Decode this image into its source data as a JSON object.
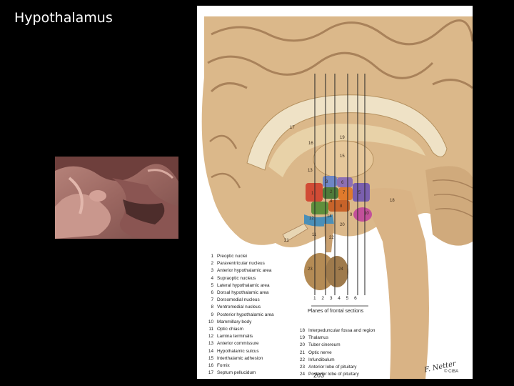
{
  "slide": {
    "title": "Hypothalamus"
  },
  "illustration": {
    "region_numbers": [
      "17",
      "18",
      "16",
      "15",
      "13",
      "6",
      "7",
      "5",
      "4",
      "2",
      "3",
      "1",
      "8",
      "12",
      "11",
      "9",
      "10",
      "14",
      "19",
      "20",
      "21",
      "22",
      "23",
      "24"
    ],
    "plane_numbers": "1 2 3 4 5 6",
    "planes_caption": "Planes of frontal sections",
    "page_number": "203",
    "signature": "F. Netter",
    "publisher": "© CIBA",
    "legend_left": [
      {
        "n": "1",
        "label": "Preoptic nuclei"
      },
      {
        "n": "2",
        "label": "Paraventricular nucleus"
      },
      {
        "n": "3",
        "label": "Anterior hypothalamic area"
      },
      {
        "n": "4",
        "label": "Supraoptic nucleus"
      },
      {
        "n": "5",
        "label": "Lateral hypothalamic area"
      },
      {
        "n": "6",
        "label": "Dorsal hypothalamic area"
      },
      {
        "n": "7",
        "label": "Dorsomedial nucleus"
      },
      {
        "n": "8",
        "label": "Ventromedial nucleus"
      },
      {
        "n": "9",
        "label": "Posterior hypothalamic area"
      },
      {
        "n": "10",
        "label": "Mammillary body"
      },
      {
        "n": "11",
        "label": "Optic chiasm"
      },
      {
        "n": "12",
        "label": "Lamina terminalis"
      },
      {
        "n": "13",
        "label": "Anterior commissure"
      },
      {
        "n": "14",
        "label": "Hypothalamic sulcus"
      },
      {
        "n": "15",
        "label": "Interthalamic adhesion"
      },
      {
        "n": "16",
        "label": "Fornix"
      },
      {
        "n": "17",
        "label": "Septum pellucidum"
      }
    ],
    "legend_right": [
      {
        "n": "18",
        "label": "Interpeduncular fossa and region"
      },
      {
        "n": "19",
        "label": "Thalamus"
      },
      {
        "n": "20",
        "label": "Tuber cinereum"
      },
      {
        "n": "21",
        "label": "Optic nerve"
      },
      {
        "n": "22",
        "label": "Infundibulum"
      },
      {
        "n": "23",
        "label": "Anterior lobe of pituitary"
      },
      {
        "n": "24",
        "label": "Posterior lobe of pituitary"
      }
    ]
  }
}
